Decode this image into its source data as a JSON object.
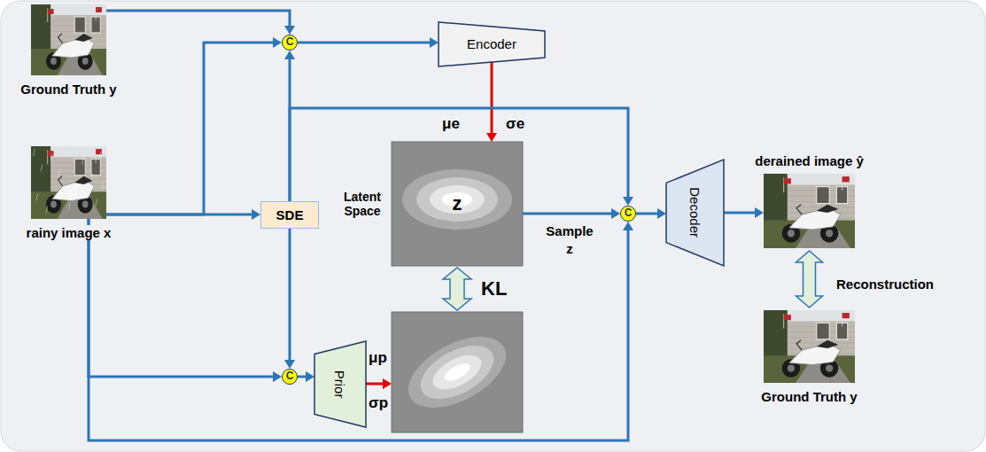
{
  "diagram": {
    "nodes": [
      {
        "text": [
          "Ground Truth y"
        ]
      },
      {
        "text": [
          "rainy image x"
        ]
      },
      {
        "text": [
          "C"
        ]
      },
      {
        "text": [
          "SDE"
        ]
      },
      {
        "text": [
          "Encoder"
        ]
      },
      {
        "text": [
          "Latent Space",
          "z"
        ]
      },
      {
        "text": [
          "C"
        ]
      },
      {
        "text": [
          "Prior"
        ]
      },
      {
        "text": [
          "C"
        ]
      },
      {
        "text": [
          "Decoder"
        ]
      },
      {
        "text": [
          "derained image ŷ"
        ]
      },
      {
        "text": [
          "Ground Truth y"
        ]
      }
    ],
    "edges": [
      {
        "from": 0,
        "to": 2,
        "arrow": "to"
      },
      {
        "from": 1,
        "to": 2,
        "arrow": "to"
      },
      {
        "from": 1,
        "to": 3,
        "arrow": "to"
      },
      {
        "from": 3,
        "to": 2,
        "arrow": "to"
      },
      {
        "from": 2,
        "to": 4,
        "arrow": "to"
      },
      {
        "from": 4,
        "to": 5,
        "arrow": "to"
      },
      {
        "from": 5,
        "to": 8,
        "label": "Sample z",
        "arrow": "to"
      },
      {
        "from": 3,
        "to": 8,
        "arrow": "to"
      },
      {
        "from": 3,
        "to": 6,
        "arrow": "to"
      },
      {
        "from": 1,
        "to": 6,
        "arrow": "to"
      },
      {
        "from": 6,
        "to": 7,
        "arrow": "to"
      },
      {
        "from": 1,
        "to": 8,
        "arrow": "to"
      },
      {
        "from": 8,
        "to": 9,
        "arrow": "to"
      },
      {
        "from": 9,
        "to": 10,
        "arrow": "to"
      },
      {
        "from": 10,
        "to": 11,
        "label": "Reconstruction",
        "arrow": "both"
      }
    ],
    "labels": [
      "μe",
      "σe",
      "μp",
      "σp",
      "KL"
    ]
  }
}
